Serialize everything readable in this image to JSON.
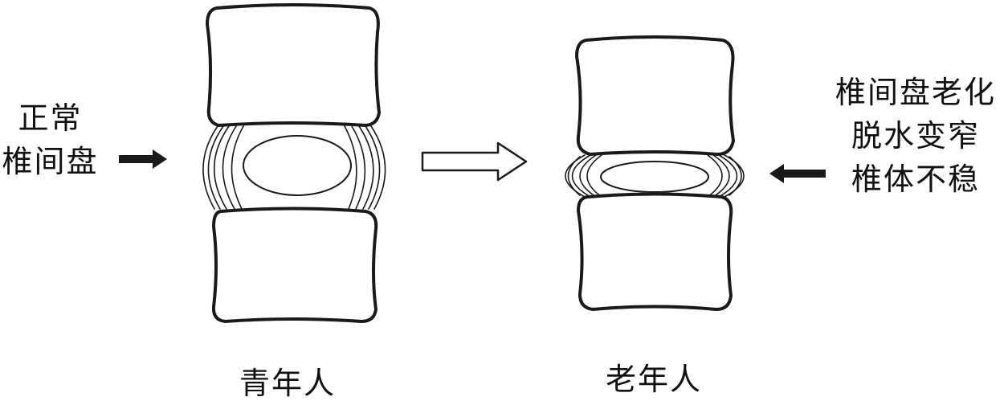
{
  "left_annotation": {
    "line1": "正常",
    "line2": "椎间盘"
  },
  "right_annotation": {
    "line1": "椎间盘老化",
    "line2": "脱水变窄",
    "line3": "椎体不稳"
  },
  "captions": {
    "young": "青年人",
    "old": "老年人"
  },
  "colors": {
    "ink": "#1a1a1a",
    "background": "#ffffff"
  }
}
